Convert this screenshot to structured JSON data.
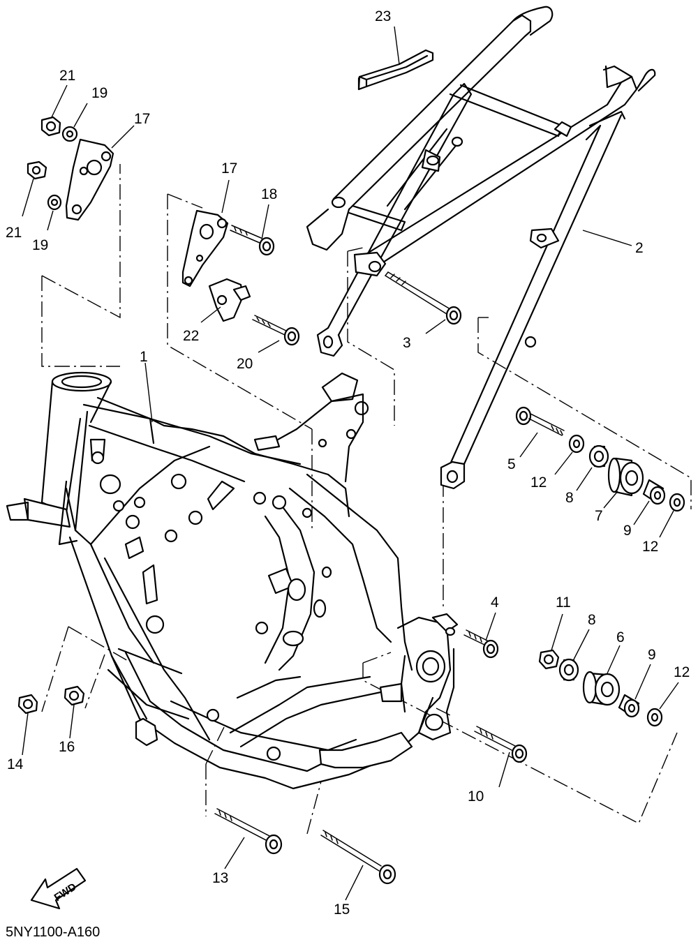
{
  "diagram": {
    "code": "5NY1100-A160",
    "fwd_label": "FWD",
    "parts": [
      {
        "ref": "1",
        "name": "frame"
      },
      {
        "ref": "2",
        "name": "rear-frame"
      },
      {
        "ref": "3",
        "name": "bolt"
      },
      {
        "ref": "4",
        "name": "bolt"
      },
      {
        "ref": "5",
        "name": "bolt"
      },
      {
        "ref": "6",
        "name": "collar"
      },
      {
        "ref": "7",
        "name": "collar"
      },
      {
        "ref": "8",
        "name": "bearing"
      },
      {
        "ref": "9",
        "name": "collar"
      },
      {
        "ref": "10",
        "name": "bolt"
      },
      {
        "ref": "11",
        "name": "nut"
      },
      {
        "ref": "12",
        "name": "washer"
      },
      {
        "ref": "13",
        "name": "bolt"
      },
      {
        "ref": "14",
        "name": "nut"
      },
      {
        "ref": "15",
        "name": "bolt"
      },
      {
        "ref": "16",
        "name": "nut"
      },
      {
        "ref": "17",
        "name": "bracket"
      },
      {
        "ref": "18",
        "name": "bolt"
      },
      {
        "ref": "19",
        "name": "washer"
      },
      {
        "ref": "20",
        "name": "bolt"
      },
      {
        "ref": "21",
        "name": "nut"
      },
      {
        "ref": "22",
        "name": "bracket"
      },
      {
        "ref": "23",
        "name": "chain-guide"
      }
    ],
    "labels": {
      "l1": "1",
      "l2": "2",
      "l3": "3",
      "l4": "4",
      "l5": "5",
      "l6": "6",
      "l7": "7",
      "l8a": "8",
      "l8b": "8",
      "l9a": "9",
      "l9b": "9",
      "l10": "10",
      "l11": "11",
      "l12a": "12",
      "l12b": "12",
      "l12c": "12",
      "l13": "13",
      "l14": "14",
      "l15": "15",
      "l16": "16",
      "l17a": "17",
      "l17b": "17",
      "l18": "18",
      "l19a": "19",
      "l19b": "19",
      "l20": "20",
      "l21a": "21",
      "l21b": "21",
      "l22": "22",
      "l23": "23"
    }
  }
}
